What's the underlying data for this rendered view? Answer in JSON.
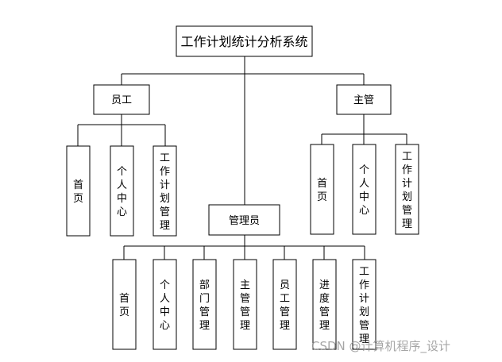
{
  "title": "工作计划统计分析系统",
  "roles": {
    "employee": {
      "label": "员工",
      "children": [
        "首页",
        "个人中心",
        "工作计划管理"
      ]
    },
    "supervisor": {
      "label": "主管",
      "children": [
        "首页",
        "个人中心",
        "工作计划管理"
      ]
    },
    "admin": {
      "label": "管理员",
      "children": [
        "首页",
        "个人中心",
        "部门管理",
        "主管管理",
        "员工管理",
        "进度管理",
        "工作计划管理"
      ]
    }
  },
  "watermark": "CSDN @计算机程序_设计"
}
